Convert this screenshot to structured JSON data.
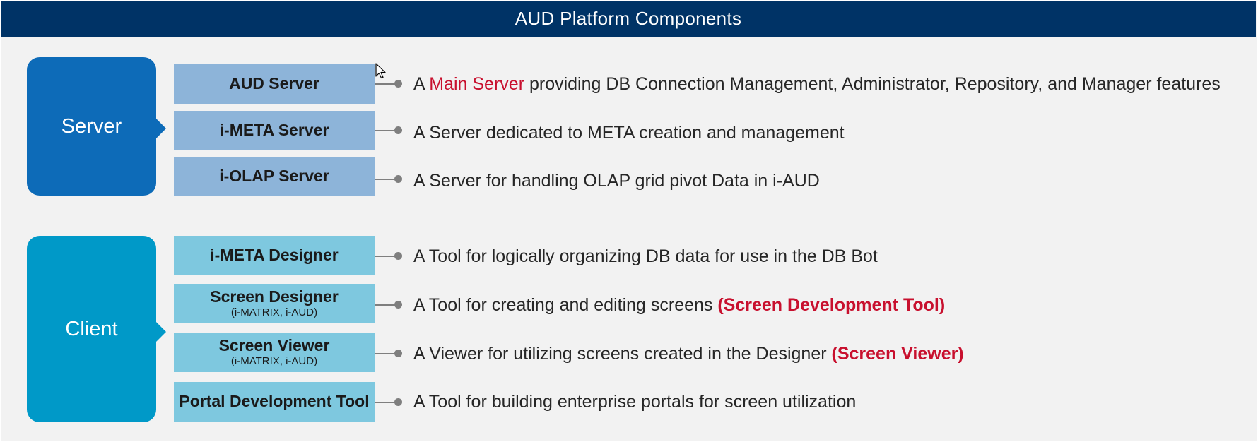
{
  "title": "AUD Platform Components",
  "colors": {
    "header_bg": "#003366",
    "server_group": "#0d6bb8",
    "client_group": "#0099c8",
    "server_component": "#8db4d9",
    "client_component": "#7ec8df",
    "highlight": "#c8102e"
  },
  "groups": {
    "server": {
      "label": "Server",
      "components": [
        {
          "name": "AUD Server",
          "desc_pre": "A ",
          "desc_hl": "Main Server",
          "desc_post": " providing DB Connection Management, Administrator, Repository, and Manager features"
        },
        {
          "name": "i-META Server",
          "desc": "A Server dedicated to META creation and management"
        },
        {
          "name": "i-OLAP Server",
          "desc": "A Server for handling OLAP grid pivot Data in i-AUD"
        }
      ]
    },
    "client": {
      "label": "Client",
      "components": [
        {
          "name": "i-META Designer",
          "desc": "A Tool for logically organizing DB data for use in the DB Bot"
        },
        {
          "name": "Screen Designer",
          "sub": "(i-MATRIX,  i-AUD)",
          "desc_pre": "A Tool for creating and editing screens ",
          "desc_hl": "(Screen Development Tool)"
        },
        {
          "name": "Screen Viewer",
          "sub": "(i-MATRIX,  i-AUD)",
          "desc_pre": "A Viewer for utilizing screens created in the Designer ",
          "desc_hl": "(Screen Viewer)"
        },
        {
          "name": "Portal Development Tool",
          "desc": "A Tool for building enterprise portals for screen utilization"
        }
      ]
    }
  }
}
